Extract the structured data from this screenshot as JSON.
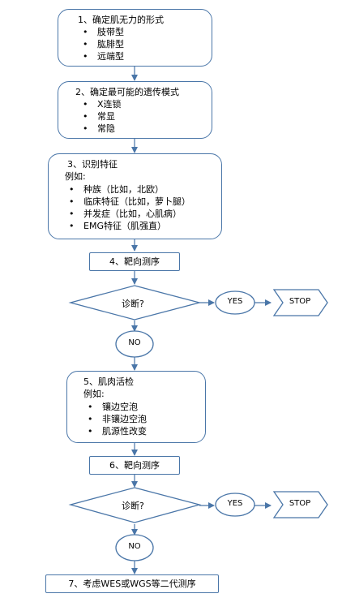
{
  "step1": {
    "title": "1、确定肌无力的形式",
    "items": [
      "肢带型",
      "肱腓型",
      "远端型"
    ]
  },
  "step2": {
    "title": "2、确定最可能的遗传模式",
    "items": [
      "X连锁",
      "常显",
      "常隐"
    ]
  },
  "step3": {
    "title": "3、识别特征",
    "subtitle": "例如:",
    "items": [
      "种族（比如，北欧）",
      "临床特征（比如，萝卜腿）",
      "并发症（比如，心肌病）",
      "EMG特征（肌强直）"
    ]
  },
  "step4": {
    "title": "4、靶向测序"
  },
  "decision1": {
    "label": "诊断?",
    "yes": "YES",
    "stop": "STOP",
    "no": "NO"
  },
  "step5": {
    "title": "5、肌肉活检",
    "subtitle": "例如:",
    "items": [
      "镶边空泡",
      "非镶边空泡",
      "肌源性改变"
    ]
  },
  "step6": {
    "title": "6、靶向测序"
  },
  "decision2": {
    "label": "诊断?",
    "yes": "YES",
    "stop": "STOP",
    "no": "NO"
  },
  "step7": {
    "title": "7、考虑WES或WGS等二代测序"
  }
}
